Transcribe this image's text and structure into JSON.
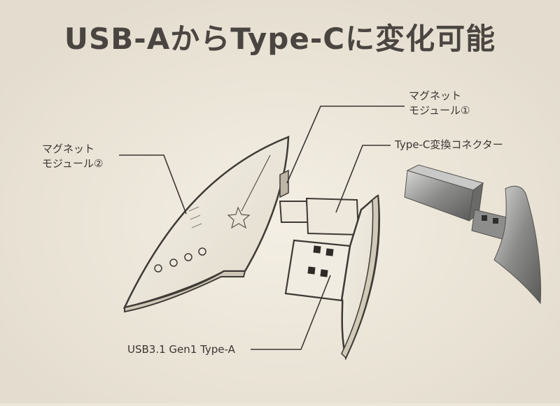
{
  "title": "USB-AからType-Cに変化可能",
  "labels": {
    "magnet1_line1": "マグネット",
    "magnet1_line2": "モジュール①",
    "magnet2_line1": "マグネット",
    "magnet2_line2": "モジュール②",
    "typec": "Type-C変換コネクター",
    "usba": "USB3.1 Gen1 Type-A"
  },
  "colors": {
    "background": "#ece6d9",
    "title": "#4a4540",
    "line": "#3a3632"
  }
}
